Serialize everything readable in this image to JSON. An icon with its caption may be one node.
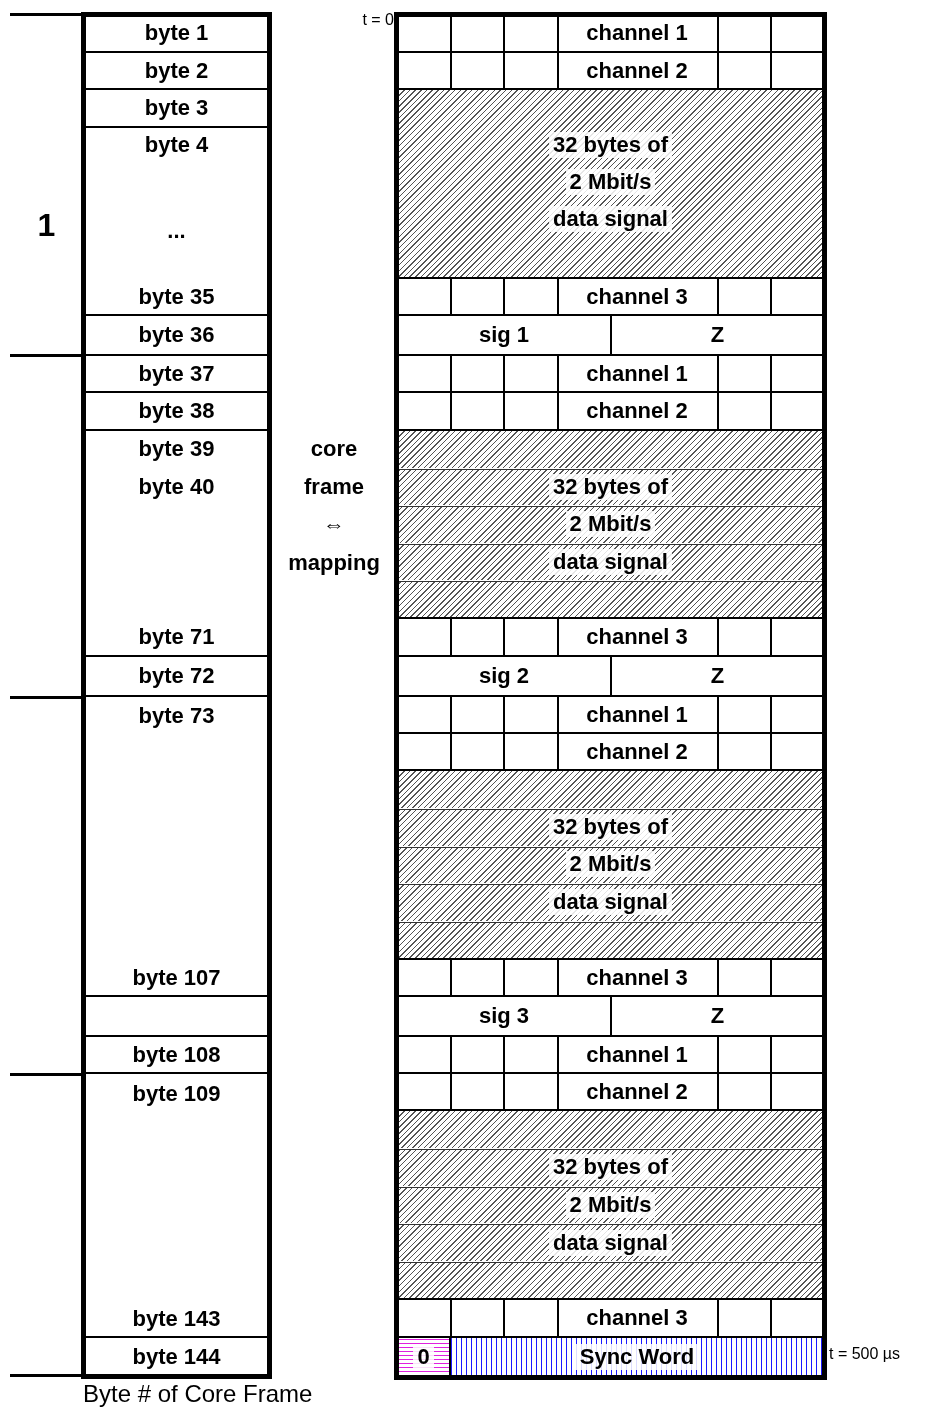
{
  "diagram": {
    "caption": "Byte # of Core Frame",
    "nodes": [
      {
        "text": [
          "byte 1"
        ]
      },
      {
        "text": [
          "byte 2"
        ]
      },
      {
        "text": [
          "byte 3"
        ]
      },
      {
        "text": [
          "byte 4",
          "...",
          "byte 35"
        ]
      },
      {
        "text": [
          "byte 36"
        ]
      },
      {
        "text": [
          "byte 37"
        ]
      },
      {
        "text": [
          "byte 38"
        ]
      },
      {
        "text": [
          "byte 39",
          "byte 40",
          "byte 71"
        ]
      },
      {
        "text": [
          "byte 72"
        ]
      },
      {
        "text": [
          "byte 73",
          "byte 107"
        ]
      },
      {
        "text": [],
        "shape": "box"
      },
      {
        "text": [
          "byte 108"
        ]
      },
      {
        "text": [
          "byte 109",
          "byte 143"
        ]
      },
      {
        "text": [
          "byte 144"
        ]
      },
      {
        "text": [
          "channel 1"
        ]
      },
      {
        "text": [
          "channel 2"
        ]
      },
      {
        "text": [
          "32 bytes of",
          "2 Mbit/s",
          "data signal"
        ]
      },
      {
        "text": [
          "channel 3"
        ]
      },
      {
        "text": [
          "sig 1"
        ]
      },
      {
        "text": [
          "Z"
        ]
      },
      {
        "text": [
          "channel 1"
        ]
      },
      {
        "text": [
          "channel 2"
        ]
      },
      {
        "text": [
          "32 bytes of",
          "2 Mbit/s",
          "data signal"
        ]
      },
      {
        "text": [
          "channel 3"
        ]
      },
      {
        "text": [
          "sig 2"
        ]
      },
      {
        "text": [
          "Z"
        ]
      },
      {
        "text": [
          "channel 1"
        ]
      },
      {
        "text": [
          "channel 2"
        ]
      },
      {
        "text": [
          "32 bytes of",
          "2 Mbit/s",
          "data signal"
        ]
      },
      {
        "text": [
          "channel 3"
        ]
      },
      {
        "text": [
          "sig 3"
        ]
      },
      {
        "text": [
          "Z"
        ]
      },
      {
        "text": [
          "channel 1"
        ]
      },
      {
        "text": [
          "channel 2"
        ]
      },
      {
        "text": [
          "32 bytes of",
          "2 Mbit/s",
          "data signal"
        ]
      },
      {
        "text": [
          "channel 3"
        ]
      },
      {
        "text": [
          "0"
        ]
      },
      {
        "text": [
          "Sync Word"
        ]
      }
    ],
    "labels": [
      "1",
      "t = 0",
      "core frame ⇔ mapping",
      "t = 500 µs"
    ]
  }
}
